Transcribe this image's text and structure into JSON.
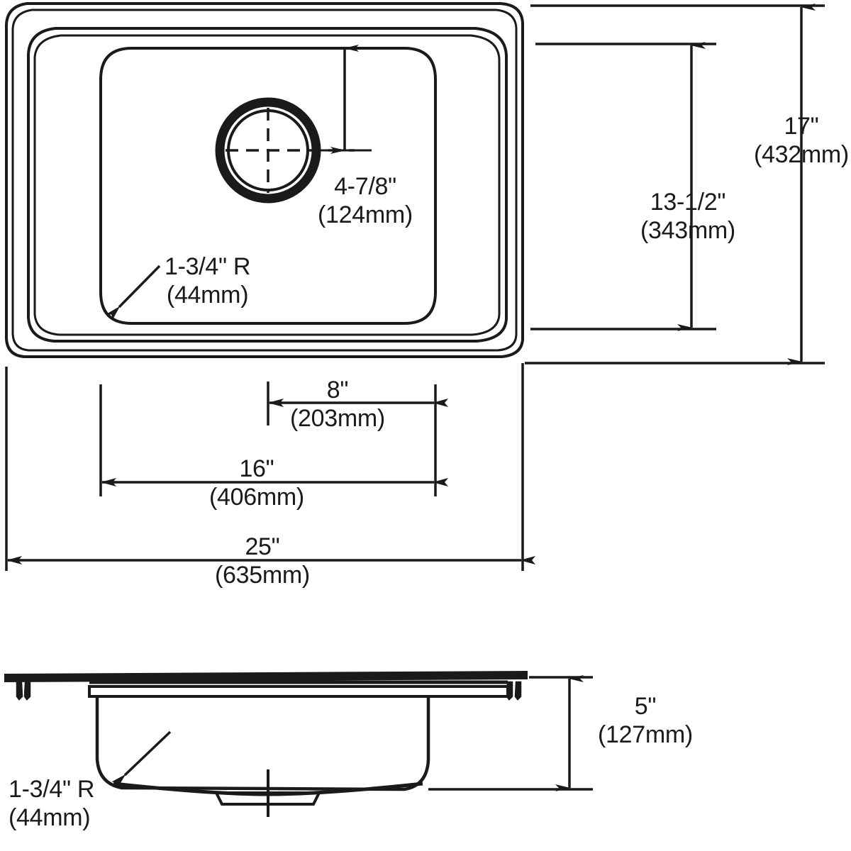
{
  "drawing": {
    "title": "Sink Dimensional Drawing",
    "stroke_color": "#1a1a1a",
    "background_color": "#ffffff"
  },
  "views": {
    "top_view": {
      "name": "top-plan-view",
      "features": {
        "drain_hole": "drain-opening",
        "centerline": "drain-centerline",
        "bowl": "sink-bowl-outline",
        "rim": "sink-rim-outline"
      }
    },
    "section_view": {
      "name": "cross-section-view",
      "features": {
        "rim": "sink-rim-profile",
        "clips": "mounting-clip",
        "drain": "drain-boss"
      }
    }
  },
  "dimensions": {
    "drain_offset": {
      "imperial": "4-7/8\"",
      "metric": "(124mm)",
      "name": "drain-offset-dimension"
    },
    "corner_radius_top": {
      "imperial": "1-3/4\" R",
      "metric": "(44mm)",
      "name": "corner-radius-top-dimension"
    },
    "overall_depth": {
      "imperial": "17\"",
      "metric": "(432mm)",
      "name": "overall-depth-dimension"
    },
    "bowl_depth": {
      "imperial": "13-1/2\"",
      "metric": "(343mm)",
      "name": "bowl-depth-dimension"
    },
    "drain_from_center": {
      "imperial": "8\"",
      "metric": "(203mm)",
      "name": "drain-center-dimension"
    },
    "bowl_width": {
      "imperial": "16\"",
      "metric": "(406mm)",
      "name": "bowl-width-dimension"
    },
    "overall_width": {
      "imperial": "25\"",
      "metric": "(635mm)",
      "name": "overall-width-dimension"
    },
    "bowl_height": {
      "imperial": "5\"",
      "metric": "(127mm)",
      "name": "bowl-height-dimension"
    },
    "corner_radius_section": {
      "imperial": "1-3/4\" R",
      "metric": "(44mm)",
      "name": "corner-radius-section-dimension"
    }
  }
}
